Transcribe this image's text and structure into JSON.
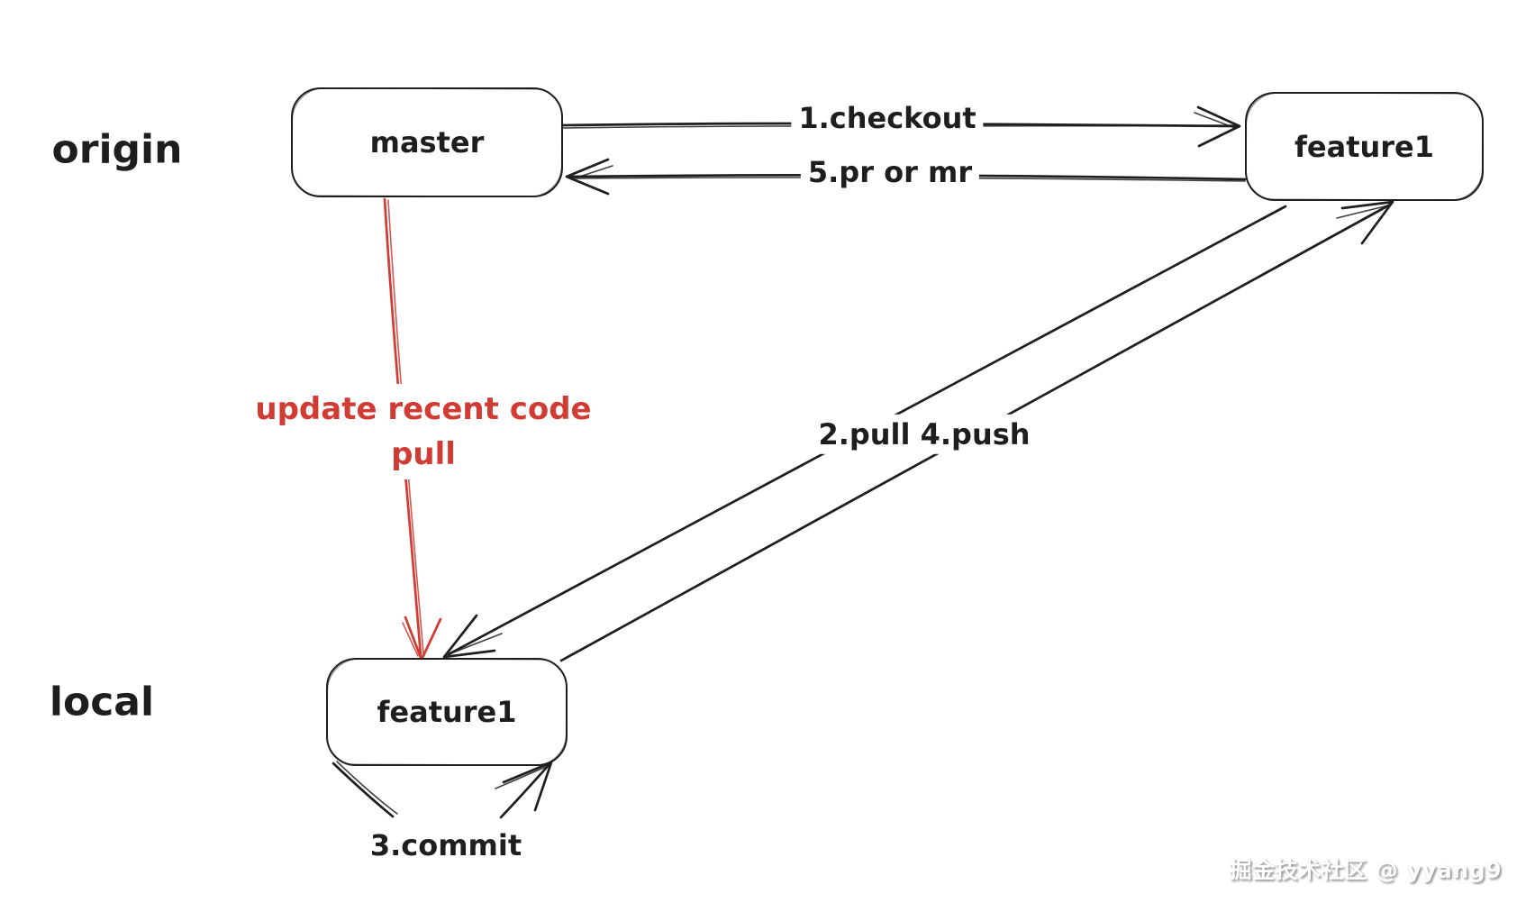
{
  "diagram": {
    "side_labels": {
      "origin": "origin",
      "local": "local"
    },
    "nodes": {
      "origin_master": {
        "label": "master"
      },
      "origin_feature1": {
        "label": "feature1"
      },
      "local_feature1": {
        "label": "feature1"
      }
    },
    "edges": {
      "checkout": {
        "label": "1.checkout"
      },
      "pr_or_mr": {
        "label": "5.pr or mr"
      },
      "pull_push": {
        "label": "2.pull 4.push"
      },
      "commit": {
        "label": "3.commit"
      },
      "update_pull": {
        "label_line1": "update recent code",
        "label_line2": "pull"
      }
    },
    "colors": {
      "stroke": "#1e1e1e",
      "accent_red": "#d03b33",
      "background": "#ffffff"
    },
    "watermark": {
      "text": "掘金技术社区 @ yyang9"
    }
  }
}
